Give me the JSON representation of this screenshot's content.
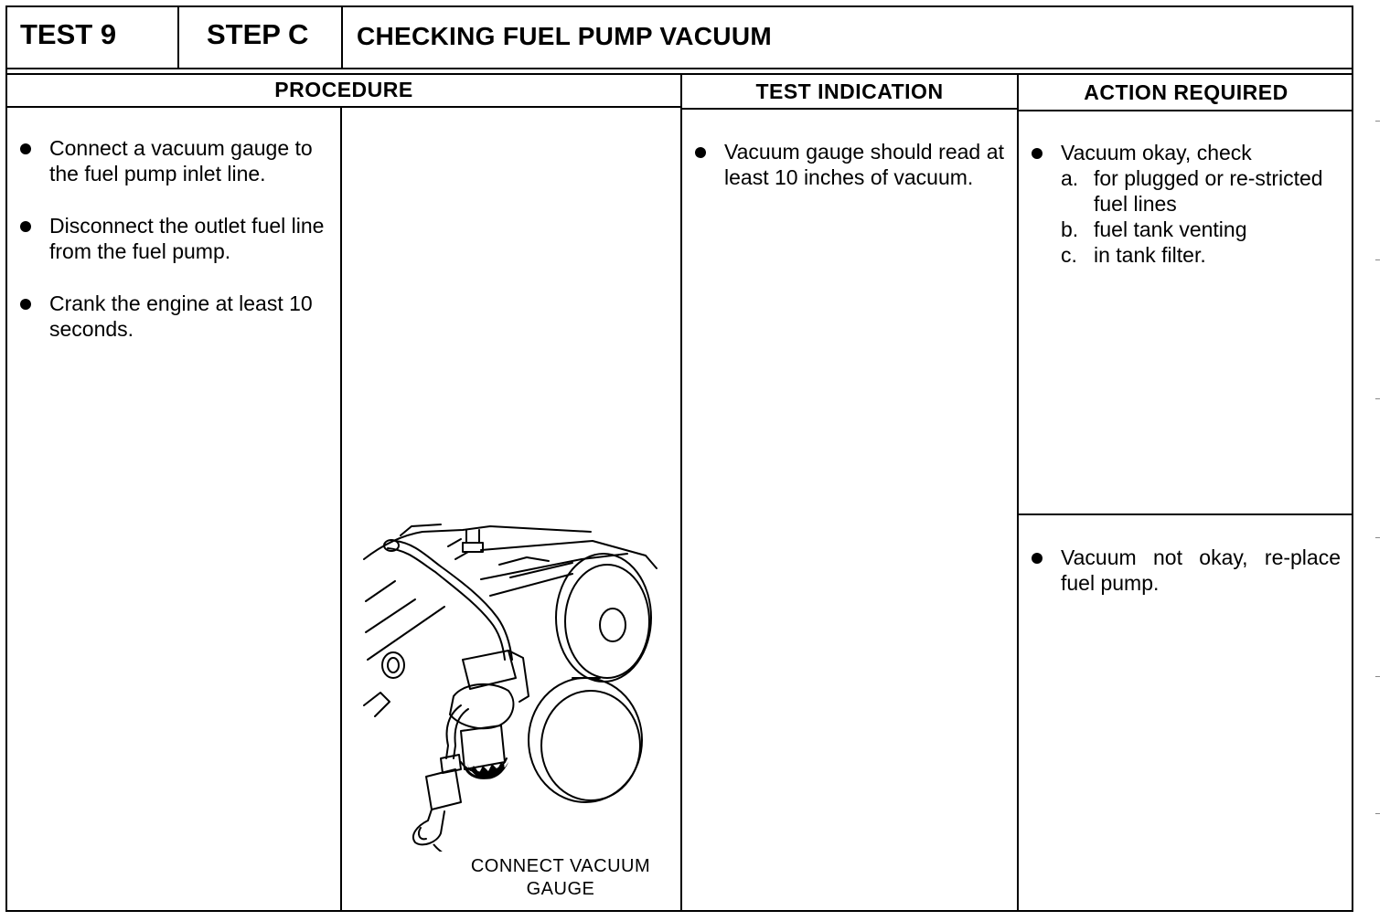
{
  "header": {
    "test": "TEST 9",
    "step": "STEP C",
    "title": "CHECKING FUEL PUMP VACUUM"
  },
  "columns": {
    "procedure": "PROCEDURE",
    "test_indication": "TEST INDICATION",
    "action_required": "ACTION REQUIRED"
  },
  "procedure": {
    "steps": [
      "Connect a vacuum gauge to the fuel pump inlet line.",
      "Disconnect the outlet fuel line from the fuel pump.",
      "Crank the engine at least 10 seconds."
    ],
    "figure_callout": {
      "line1": "CONNECT VACUUM",
      "line2": "GAUGE"
    }
  },
  "test_indication": {
    "items": [
      "Vacuum gauge should read at least 10 inches of vacuum."
    ]
  },
  "action_required": {
    "ok": {
      "lead": "Vacuum okay, check",
      "subitems": [
        {
          "letter": "a.",
          "text": "for plugged or re-stricted fuel lines"
        },
        {
          "letter": "b.",
          "text": "fuel tank venting"
        },
        {
          "letter": "c.",
          "text": "in tank filter."
        }
      ]
    },
    "not_ok": "Vacuum not okay, re-place fuel pump."
  }
}
